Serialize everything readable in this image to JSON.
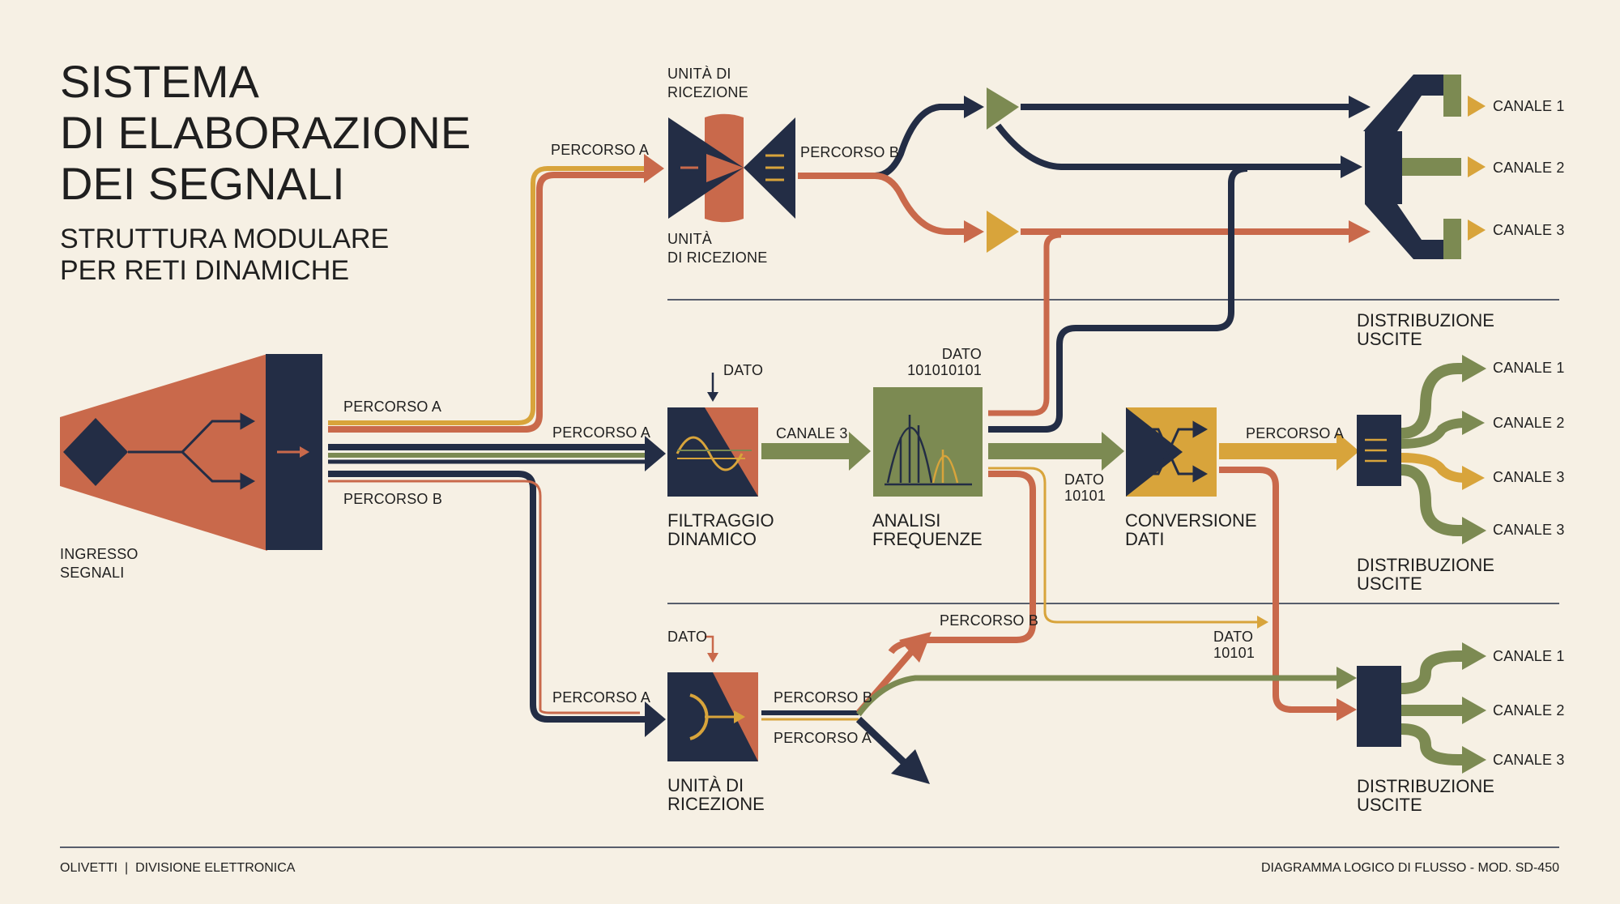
{
  "colors": {
    "background": "#f6f0e4",
    "navy": "#232d45",
    "terracotta": "#c9694b",
    "olive": "#7c8a52",
    "mustard": "#d8a43b",
    "text": "#1f1f1f"
  },
  "header": {
    "title_lines": [
      "SISTEMA",
      "DI ELABORAZIONE",
      "DEI SEGNALI"
    ],
    "subtitle_lines": [
      "STRUTTURA MODULARE",
      "PER RETI DINAMICHE"
    ]
  },
  "input": {
    "label_lines": [
      "INGRESSO",
      "SEGNALI"
    ],
    "icon": "splitter-icon"
  },
  "paths": {
    "input_a_top": "PERCORSO A",
    "input_a_mid": "PERCORSO A",
    "input_b": "PERCORSO B",
    "top_a": "PERCORSO A",
    "top_b": "PERCORSO B",
    "filter_out": "CANALE 3",
    "conv_out": "PERCORSO A",
    "bottom_in": "PERCORSO A",
    "bottom_b": "PERCORSO B",
    "bottom_a": "PERCORSO A",
    "bottom_up": "PERCORSO B"
  },
  "modules": {
    "receiver_top": {
      "label_above": [
        "UNITÀ DI",
        "RICEZIONE"
      ],
      "label_below": [
        "UNITÀ",
        "DI RICEZIONE"
      ],
      "icon": "receiver-icon"
    },
    "filter": {
      "label": [
        "FILTRAGGIO",
        "DINAMICO"
      ],
      "data_tag": "DATO",
      "icon": "waveform-icon"
    },
    "analysis": {
      "label": [
        "ANALISI",
        "FREQUENZE"
      ],
      "data_tag": [
        "DATO",
        "101010101"
      ],
      "icon": "spectrum-icon"
    },
    "conversion": {
      "label": [
        "CONVERSIONE",
        "DATI"
      ],
      "icon": "crossover-icon"
    },
    "receiver_bottom": {
      "label": [
        "UNITÀ DI",
        "RICEZIONE"
      ],
      "data_tag": "DATO",
      "icon": "receiver-icon"
    }
  },
  "data_tags": {
    "mid": [
      "DATO",
      "10101"
    ],
    "right": [
      "DATO",
      "10101"
    ]
  },
  "distributors": {
    "top": {
      "label": [
        "DISTRIBUZIONE",
        "USCITE"
      ],
      "channels": [
        "CANALE 1",
        "CANALE 2",
        "CANALE 3"
      ]
    },
    "middle": {
      "label": [
        "DISTRIBUZIONE",
        "USCITE"
      ],
      "channels": [
        "CANALE 1",
        "CANALE 2",
        "CANALE 3",
        "CANALE 3"
      ]
    },
    "bottom": {
      "label": [
        "DISTRIBUZIONE",
        "USCITE"
      ],
      "channels": [
        "CANALE 1",
        "CANALE 2",
        "CANALE 3"
      ]
    }
  },
  "footer": {
    "left": "OLIVETTI  |  DIVISIONE ELETTRONICA",
    "right": "DIAGRAMMA LOGICO DI FLUSSO - MOD. SD-450"
  }
}
